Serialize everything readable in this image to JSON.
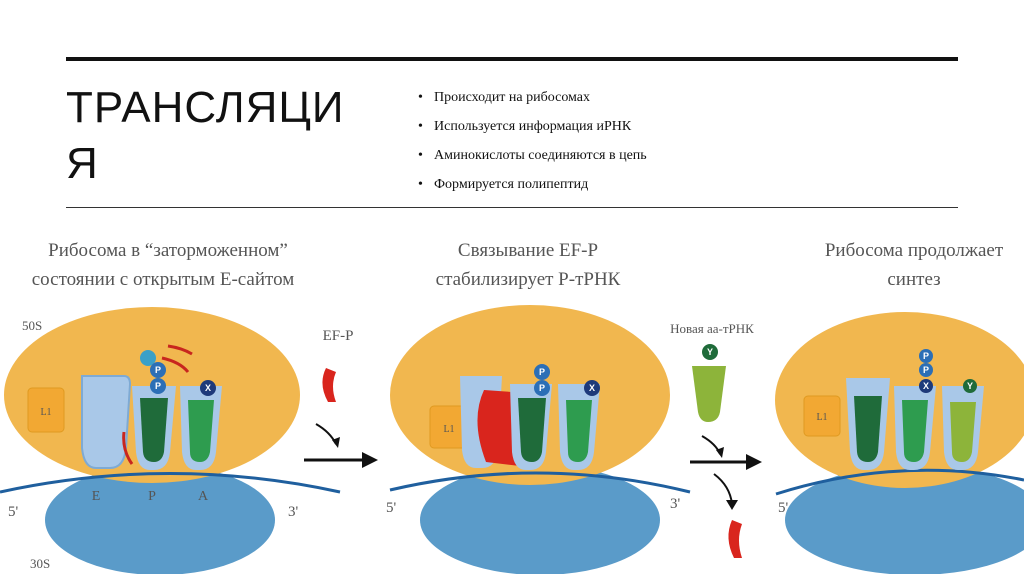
{
  "slide": {
    "title_line1": "ТРАНСЛЯЦИ",
    "title_line2": "Я",
    "bullets": [
      "Происходит на рибосомах",
      "Используется информация иРНК",
      "Аминокислоты соединяются в цепь",
      "Формируется полипептид"
    ]
  },
  "diagram": {
    "panel1": {
      "caption_line1": "Рибосома в “заторможенном”",
      "caption_line2": "состоянии с открытым Е-сайтом"
    },
    "panel2": {
      "caption_line1": "Связывание EF-P",
      "caption_line2": "стабилизирует P-тРНК"
    },
    "panel3": {
      "caption_line1": "Рибосома продолжает",
      "caption_line2": "синтез"
    },
    "label_50s": "50S",
    "label_30s": "30S",
    "label_5prime": "5'",
    "label_3prime": "3'",
    "site_E": "E",
    "site_P": "P",
    "site_A": "A",
    "efp_label": "EF-P",
    "new_trna_label": "Новая аа-тРНК",
    "box_label": "L1",
    "aa_P": "P",
    "aa_X": "X",
    "aa_Y": "Y",
    "colors": {
      "subunit_50s": "#f1b74f",
      "subunit_30s": "#5a9bc9",
      "mrna": "#1f5f9e",
      "trna_light": "#a9c8e8",
      "trna_dark": "#1f6b3a",
      "trna_green": "#2e9c4f",
      "trna_lime": "#8db43a",
      "efp": "#d9251d"
    }
  }
}
